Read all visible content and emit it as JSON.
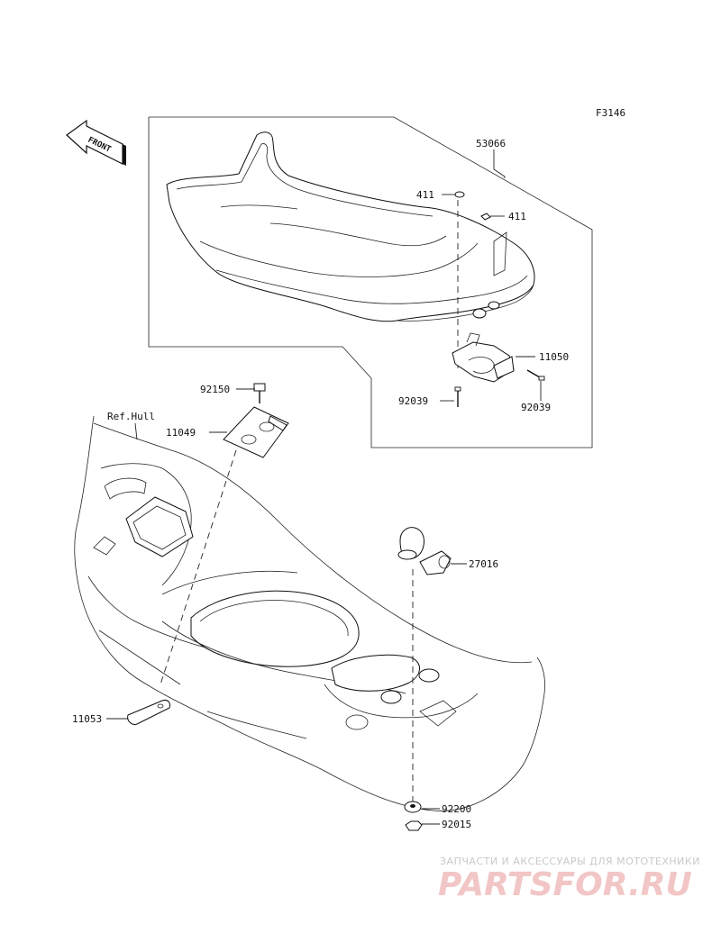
{
  "figure_code": "F3146",
  "front_arrow": "FRONT",
  "ref_hull": "Ref.Hull",
  "callouts": {
    "c53066": "53066",
    "c411a": "411",
    "c411b": "411",
    "c11050": "11050",
    "c92039a": "92039",
    "c92039b": "92039",
    "c92150": "92150",
    "c11049": "11049",
    "c27016": "27016",
    "c11053": "11053",
    "c92200": "92200",
    "c92015": "92015"
  },
  "watermark": {
    "subtitle": "ЗАПЧАСТИ И АКСЕССУАРЫ ДЛЯ МОТОТЕХНИКИ",
    "brand": "PARTSFOR.RU"
  }
}
